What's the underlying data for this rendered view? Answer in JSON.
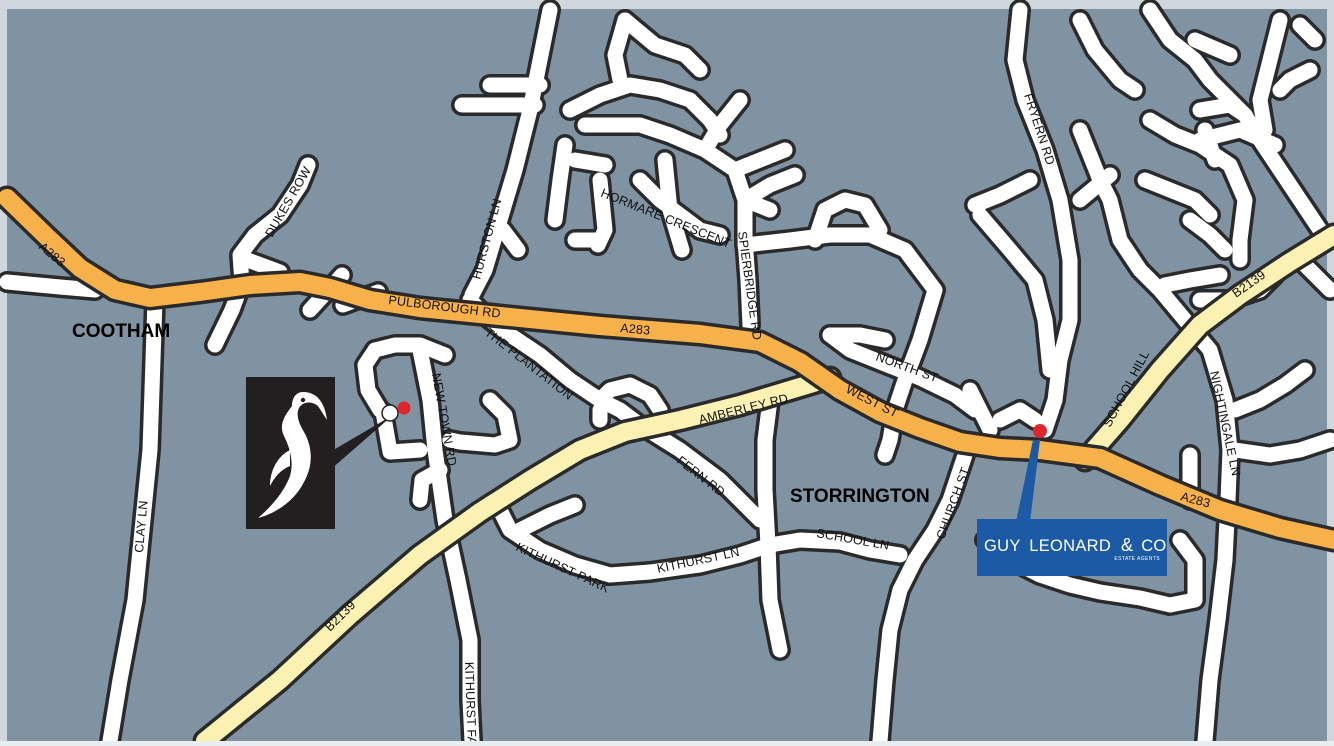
{
  "map": {
    "colors": {
      "background": "#7f93a2",
      "frame": "#cfd7dd",
      "minor_road": "#ffffff",
      "road_outline": "#2a2a2a",
      "a_road": "#f6b14a",
      "b_road": "#fbf1b3",
      "marker": "#e0262d",
      "agent_blue": "#1d5aa6"
    },
    "places": {
      "cootham": "COOTHAM",
      "storrington": "STORRINGTON"
    },
    "roads": {
      "a283_west": "A283",
      "pulborough_rd": "PULBOROUGH RD",
      "a283_mid": "A283",
      "west_st": "WEST ST",
      "a283_east": "A283",
      "b2139_north": "B2139",
      "b2139_south": "B2139",
      "amberley_rd": "AMBERLEY RD",
      "school_hill": "SCHOOL HILL",
      "dukes_row": "DUKES ROW",
      "hurston_ln": "HURSTON LN",
      "hormare_crescent": "HORMARE CRESCENT",
      "spierbridge_rd": "SPIERBRIDGE RD",
      "the_plantation": "THE PLANTATION",
      "new_town_rd": "NEW TOWN RD",
      "fern_rd": "FERN RD",
      "kithurst_park": "KITHURST PARK",
      "kithurst_ln": "KITHURST LN",
      "school_ln": "SCHOOL LN",
      "church_st": "CHURCH ST",
      "north_st": "NORTH ST",
      "fryern_rd": "FRYERN RD",
      "nightingale_ln": "NIGHTINGALE LN",
      "clay_ln": "CLAY LN",
      "kithurst_fa": "KITHURST FA"
    },
    "agent_logo": {
      "name_guy": "GUY",
      "name_leonard": "LEONARD",
      "amp": "&",
      "co": "CO",
      "tagline": "ESTATE AGENTS"
    },
    "icons": {
      "heron_logo": "heron-logo-icon",
      "marker": "location-marker-icon"
    }
  }
}
